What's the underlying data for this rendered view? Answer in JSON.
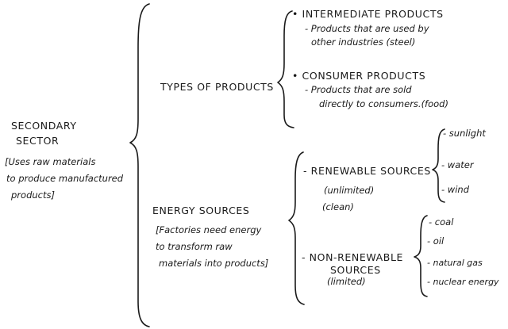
{
  "root": {
    "title": [
      "SECONDARY",
      "SECTOR"
    ],
    "note": [
      "[Uses raw materials",
      "to produce manufactured",
      "products]"
    ]
  },
  "types": {
    "label": "TYPES OF PRODUCTS",
    "intermediate": {
      "title": "• INTERMEDIATE PRODUCTS",
      "desc": [
        "- Products that are used by",
        "other industries (steel)"
      ]
    },
    "consumer": {
      "title": "• CONSUMER PRODUCTS",
      "desc": [
        "- Products that are sold",
        "directly to consumers.(food)"
      ]
    }
  },
  "energy": {
    "label": "ENERGY SOURCES",
    "note": [
      "[Factories need energy",
      "to transform raw",
      "materials into products]"
    ],
    "renewable": {
      "title": "- RENEWABLE SOURCES",
      "sub": [
        "(unlimited)",
        "(clean)"
      ],
      "items": [
        "- sunlight",
        "- water",
        "- wind"
      ]
    },
    "nonrenewable": {
      "title": [
        "- NON-RENEWABLE",
        "SOURCES"
      ],
      "sub": "(limited)",
      "items": [
        "- coal",
        "- oil",
        "- natural gas",
        "- nuclear energy"
      ]
    }
  }
}
